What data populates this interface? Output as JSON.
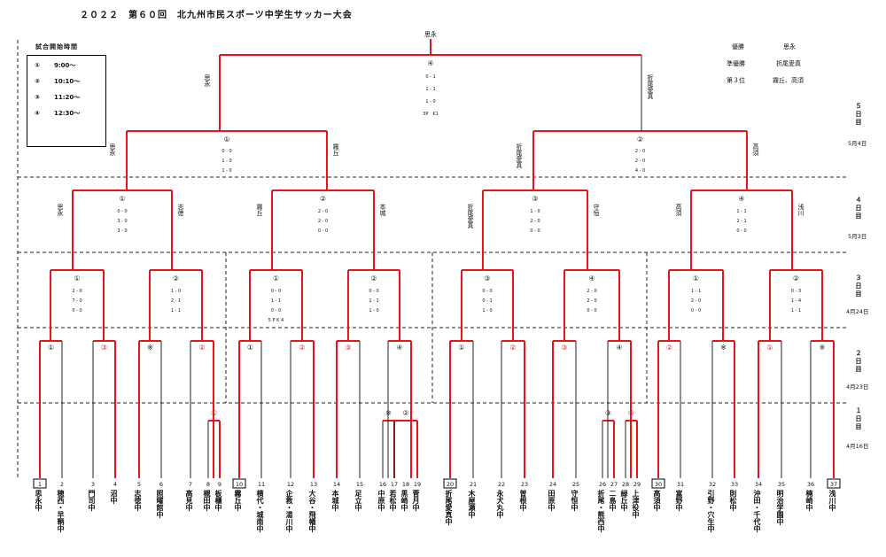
{
  "title": "２０２２　第６０回　北九州市民スポーツ中学生サッカー大会",
  "schedule": {
    "title": "試合開始時間",
    "rows": [
      {
        "mark": "①",
        "time": "9:00〜"
      },
      {
        "mark": "②",
        "time": "10:10〜"
      },
      {
        "mark": "③",
        "time": "11:20〜"
      },
      {
        "mark": "④",
        "time": "12:30〜"
      }
    ]
  },
  "results": [
    {
      "label": "優勝",
      "value": "思永"
    },
    {
      "label": "準優勝",
      "value": "折尾愛真"
    },
    {
      "label": "第３位",
      "value": "霧丘、高須"
    }
  ],
  "days": [
    {
      "label": "５日目",
      "date": "5月4日"
    },
    {
      "label": "４日目",
      "date": "5月3日"
    },
    {
      "label": "３日目",
      "date": "4月24日"
    },
    {
      "label": "２日目",
      "date": "4月23日"
    },
    {
      "label": "１日目",
      "date": "4月16日"
    }
  ],
  "teams": [
    {
      "num": "1",
      "name": "思永中"
    },
    {
      "num": "2",
      "name": "穂西・早鞆中"
    },
    {
      "num": "3",
      "name": "門司中"
    },
    {
      "num": "4",
      "name": "沼中"
    },
    {
      "num": "5",
      "name": "志徳中"
    },
    {
      "num": "6",
      "name": "照曜館中"
    },
    {
      "num": "7",
      "name": "高見中"
    },
    {
      "num": "8",
      "name": "槻田中"
    },
    {
      "num": "9",
      "name": "板櫃中"
    },
    {
      "num": "10",
      "name": "霧丘中"
    },
    {
      "num": "11",
      "name": "横代・城南中"
    },
    {
      "num": "12",
      "name": "企救・湯川中"
    },
    {
      "num": "13",
      "name": "大谷・飛幡中"
    },
    {
      "num": "14",
      "name": "本城中"
    },
    {
      "num": "15",
      "name": "足立中"
    },
    {
      "num": "16",
      "name": "中原中"
    },
    {
      "num": "17",
      "name": "若松中"
    },
    {
      "num": "18",
      "name": "黒崎中"
    },
    {
      "num": "19",
      "name": "菅月中"
    },
    {
      "num": "20",
      "name": "折尾愛真中"
    },
    {
      "num": "21",
      "name": "木屋瀬中"
    },
    {
      "num": "22",
      "name": "永犬丸中"
    },
    {
      "num": "23",
      "name": "曽根中"
    },
    {
      "num": "24",
      "name": "田原中"
    },
    {
      "num": "25",
      "name": "守恒中"
    },
    {
      "num": "26",
      "name": "折尾・熊西中"
    },
    {
      "num": "27",
      "name": "二島中"
    },
    {
      "num": "28",
      "name": "緑丘中"
    },
    {
      "num": "29",
      "name": "上津役中"
    },
    {
      "num": "30",
      "name": "高須中"
    },
    {
      "num": "31",
      "name": "富野中"
    },
    {
      "num": "32",
      "name": "引野・穴生中"
    },
    {
      "num": "33",
      "name": "則松中"
    },
    {
      "num": "34",
      "name": "沖田・千代中"
    },
    {
      "num": "35",
      "name": "明治学園中"
    },
    {
      "num": "36",
      "name": "楠崎中"
    },
    {
      "num": "37",
      "name": "浅川中"
    }
  ],
  "boxed": [
    "1",
    "10",
    "20",
    "30",
    "37"
  ],
  "final": {
    "mark": "④",
    "winner": "思永",
    "left": "思永",
    "right": "折尾愛真",
    "scores": [
      "0 - 1",
      "1 - 1",
      "1 - 0",
      "3P　K1"
    ]
  },
  "semis": [
    {
      "mark": "①",
      "left": "思永",
      "right": "霧丘",
      "scores": [
        "0 - 0",
        "1 - 0",
        "1 - 0"
      ]
    },
    {
      "mark": "②",
      "left": "折尾愛真",
      "right": "高須",
      "scores": [
        "2 - 0",
        "2 - 0",
        "4 - 0"
      ]
    }
  ],
  "quarters": [
    {
      "mark": "①",
      "left": "思永",
      "right": "志徳",
      "scores": [
        "0 - 0",
        "3 - 0",
        "3 - 0"
      ]
    },
    {
      "mark": "②",
      "left": "霧丘",
      "right": "本城",
      "scores": [
        "2 - 0",
        "2 - 0",
        "0 - 0"
      ]
    },
    {
      "mark": "③",
      "left": "折尾愛真",
      "right": "守恒",
      "scores": [
        "1 - 0",
        "2 - 0",
        "0 - 0"
      ]
    },
    {
      "mark": "④",
      "left": "高須",
      "right": "浅川",
      "scores": [
        "1 - 1",
        "2 - 1",
        "0 - 0"
      ]
    }
  ],
  "round3": [
    {
      "mark": "①",
      "scores": [
        "2 - 0",
        "7 - 0",
        "0 - 0"
      ]
    },
    {
      "mark": "②",
      "scores": [
        "1 - 0",
        "2 - 1",
        "1 - 1"
      ]
    },
    {
      "mark": "①",
      "scores": [
        "0 - 0",
        "1 - 1",
        "0 - 0",
        "5 P K 4"
      ]
    },
    {
      "mark": "②",
      "scores": [
        "0 - 0",
        "1 - 1",
        "1 - 0"
      ]
    },
    {
      "mark": "③",
      "scores": [
        "0 - 0",
        "0 - 1",
        "1 - 0"
      ]
    },
    {
      "mark": "④",
      "scores": [
        "2 - 0",
        "2 - 0",
        "0 - 0"
      ]
    },
    {
      "mark": "①",
      "scores": [
        "1 - 1",
        "2 - 0",
        "0 - 0"
      ]
    },
    {
      "mark": "②",
      "scores": [
        "0 - 3",
        "1 - 4",
        "1 - 1"
      ]
    }
  ],
  "round2": [
    {
      "mark": "①"
    },
    {
      "mark": "③"
    },
    {
      "mark": "※"
    },
    {
      "mark": "②"
    },
    {
      "mark": "①"
    },
    {
      "mark": "②"
    },
    {
      "mark": "③"
    },
    {
      "mark": "④"
    },
    {
      "mark": "①"
    },
    {
      "mark": "②"
    },
    {
      "mark": "③"
    },
    {
      "mark": "④"
    },
    {
      "mark": "②"
    },
    {
      "mark": "※"
    },
    {
      "mark": "①"
    },
    {
      "mark": "※"
    }
  ],
  "round1": [
    {
      "mark": "①"
    },
    {
      "mark": "※"
    },
    {
      "mark": "②"
    },
    {
      "mark": "③"
    },
    {
      "mark": "④"
    }
  ]
}
